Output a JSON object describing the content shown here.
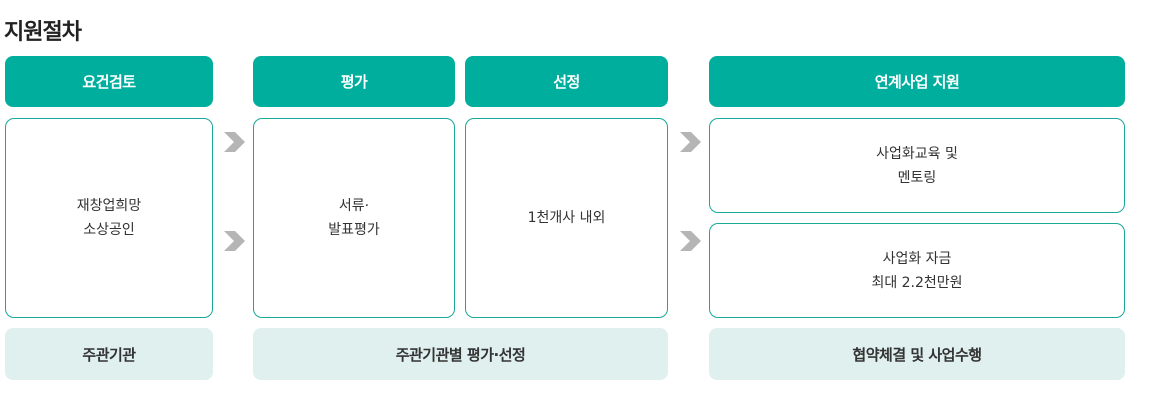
{
  "title": "지원절차",
  "headers": {
    "requirements": "요건검토",
    "evaluation": "평가",
    "selection": "선정",
    "support": "연계사업 지원"
  },
  "boxes": {
    "target": {
      "line1": "재창업희망",
      "line2": "소상공인"
    },
    "evaluation": {
      "line1": "서류·",
      "line2": "발표평가"
    },
    "selection": {
      "line1": "1천개사 내외"
    },
    "education": {
      "line1": "사업화교육 및",
      "line2": "멘토링"
    },
    "funding": {
      "line1": "사업화 자금",
      "line2": "최대 2.2천만원"
    }
  },
  "footers": {
    "agency": "주관기관",
    "agency_eval": "주관기관별 평가·선정",
    "agreement": "협약체결 및 사업수행"
  },
  "colors": {
    "header_bg": "#00ae9e",
    "box_border": "#1aa898",
    "footer_bg": "#dff0ee",
    "arrow": "#b5b5b5"
  },
  "icons": {
    "arrow": "chevron-right-icon"
  }
}
